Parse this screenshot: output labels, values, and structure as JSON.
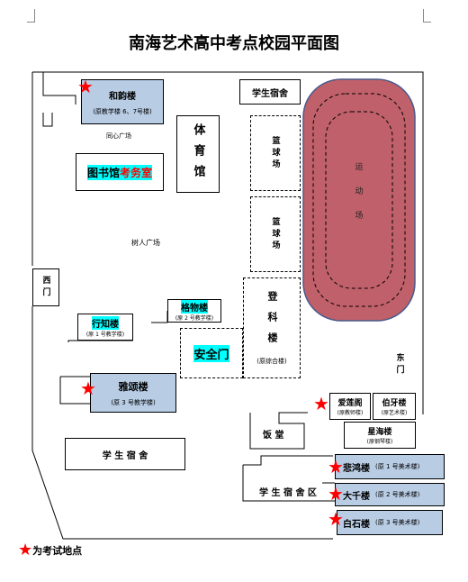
{
  "title": "南海艺术高中考点校园平面图",
  "buildings": {
    "heyun": {
      "name": "和韵楼",
      "sub": "(原教学楼 6、7号楼)"
    },
    "tongxin": "同心广场",
    "tiyuguan": "体育馆",
    "library": {
      "part1": "图书馆",
      "part2": "考务室"
    },
    "dorm_top": "学生宿舍",
    "court1": "篮球场",
    "court2": "篮球场",
    "playground": "运动场",
    "shuren": "树人广场",
    "west_gate": "西门",
    "gewu": {
      "name": "格物楼",
      "sub": "(原 2 号教学楼)"
    },
    "xingzhi": {
      "name": "行知楼",
      "sub": "(原 1 号教学楼)"
    },
    "security": "安全门",
    "dengke": {
      "name": "登科楼",
      "sub": "(原综合楼)"
    },
    "east_gate": "东门",
    "yasong": {
      "name": "雅颂楼",
      "sub": "(原 3 号教学楼)"
    },
    "ailian": {
      "name": "爱莲阁",
      "sub": "(原教师楼)"
    },
    "boya": {
      "name": "伯牙楼",
      "sub": "(原艺术楼)"
    },
    "canteen": "饭 堂",
    "xinghai": {
      "name": "星海楼",
      "sub": "(原钢琴楼)"
    },
    "dorm_mid": "学 生 宿 舍",
    "dorm_bottom": "学 生 宿 舍 区",
    "beihong": {
      "name": "悲鸿楼",
      "sub": "(原 1 号美术楼)"
    },
    "daqian": {
      "name": "大千楼",
      "sub": "(原 2 号美术楼)"
    },
    "baishi": {
      "name": "白石楼",
      "sub": "(原 3 号美术楼)"
    }
  },
  "legend": {
    "label": "为考试地点",
    "symbol": "★"
  },
  "colors": {
    "exam_building": "#b8cce4",
    "track_fill": "#c0606a",
    "star": "#ff0000",
    "highlight": "#00ffff"
  }
}
